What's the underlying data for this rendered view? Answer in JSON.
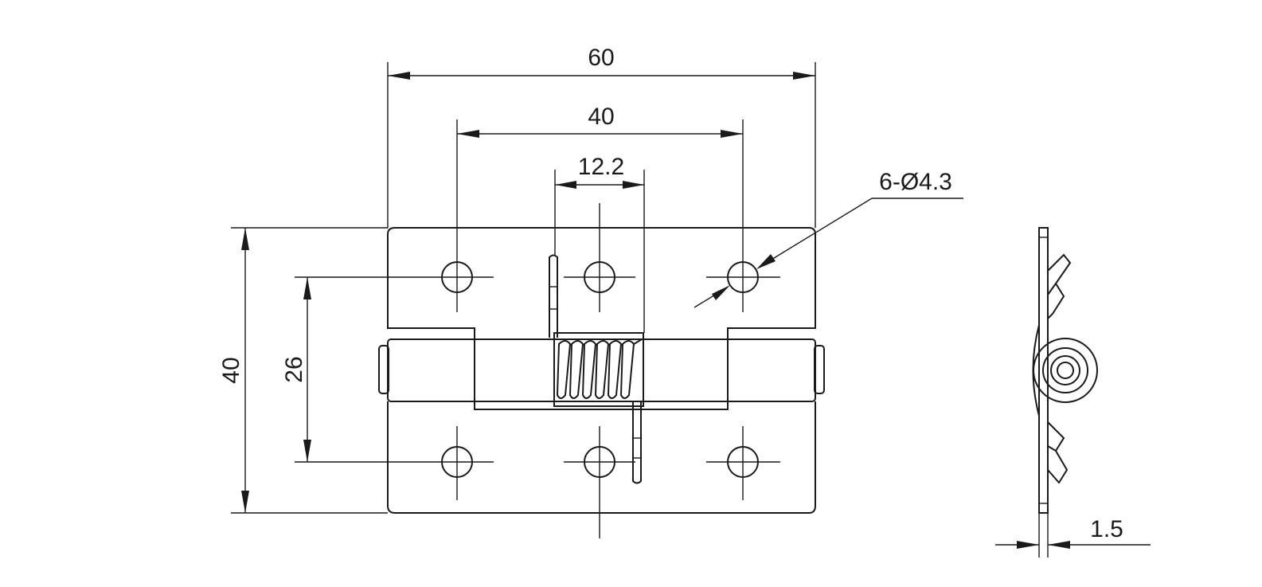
{
  "dimensions": {
    "overall_width": "60",
    "hole_pitch_horizontal": "40",
    "spring_width": "12.2",
    "hole_callout": "6-Ø4.3",
    "overall_height": "40",
    "hole_pitch_vertical": "26",
    "thickness": "1.5"
  },
  "colors": {
    "line": "#1a1a1a",
    "background": "#ffffff"
  }
}
